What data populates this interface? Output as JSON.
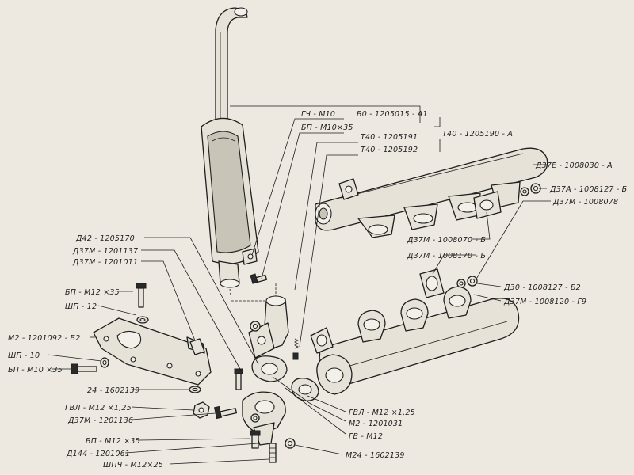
{
  "labels": {
    "gch_m10": "ГЧ - М10",
    "b0_1205015": "Б0 - 1205015 - А1",
    "bp_m10x35_top": "БП - М10×35",
    "t40_1205191": "Т40 - 1205191",
    "t40_1205192": "Т40 - 1205192",
    "t40_1205190": "Т40 - 1205190 - А",
    "d37e_1008030": "Д37Е - 1008030 - А",
    "d37a_1008127": "Д37А - 1008127 - Б",
    "d37m_1008078": "Д37М - 1008078",
    "d37m_1008070": "Д37М - 1008070 - Б",
    "d37m_1008170": "Д37М - 1008170 - Б",
    "d30_1008127": "Д30 - 1008127 - Б2",
    "d37m_1008120": "Д37М - 1008120 - Г9",
    "d42_1205170": "Д42 - 1205170",
    "d37m_1201137": "Д37М - 1201137",
    "d37m_1201011": "Д37М - 1201011",
    "bp_m12x35_left": "БП - М12 ×35",
    "shp_12": "ШП - 12",
    "m2_1201092": "М2 - 1201092 - Б2",
    "shp_10": "ШП - 10",
    "bp_m10x35_left": "БП - М10 ×35",
    "n24_1602139": "24 - 1602139",
    "gvl_m12_left": "ГВЛ - М12 ×1,25",
    "d37m_1201136": "Д37М - 1201136",
    "bp_m12x35_bottom": "БП - М12 ×35",
    "d144_1201061": "Д144 - 1201061",
    "shpch_m12x25": "ШПЧ - М12×25",
    "gvl_m12_right": "ГВЛ - М12 ×1,25",
    "m2_1201031": "М2 - 1201031",
    "gv_m12": "ГВ - М12",
    "m24_1602139": "М24 - 1602139"
  }
}
